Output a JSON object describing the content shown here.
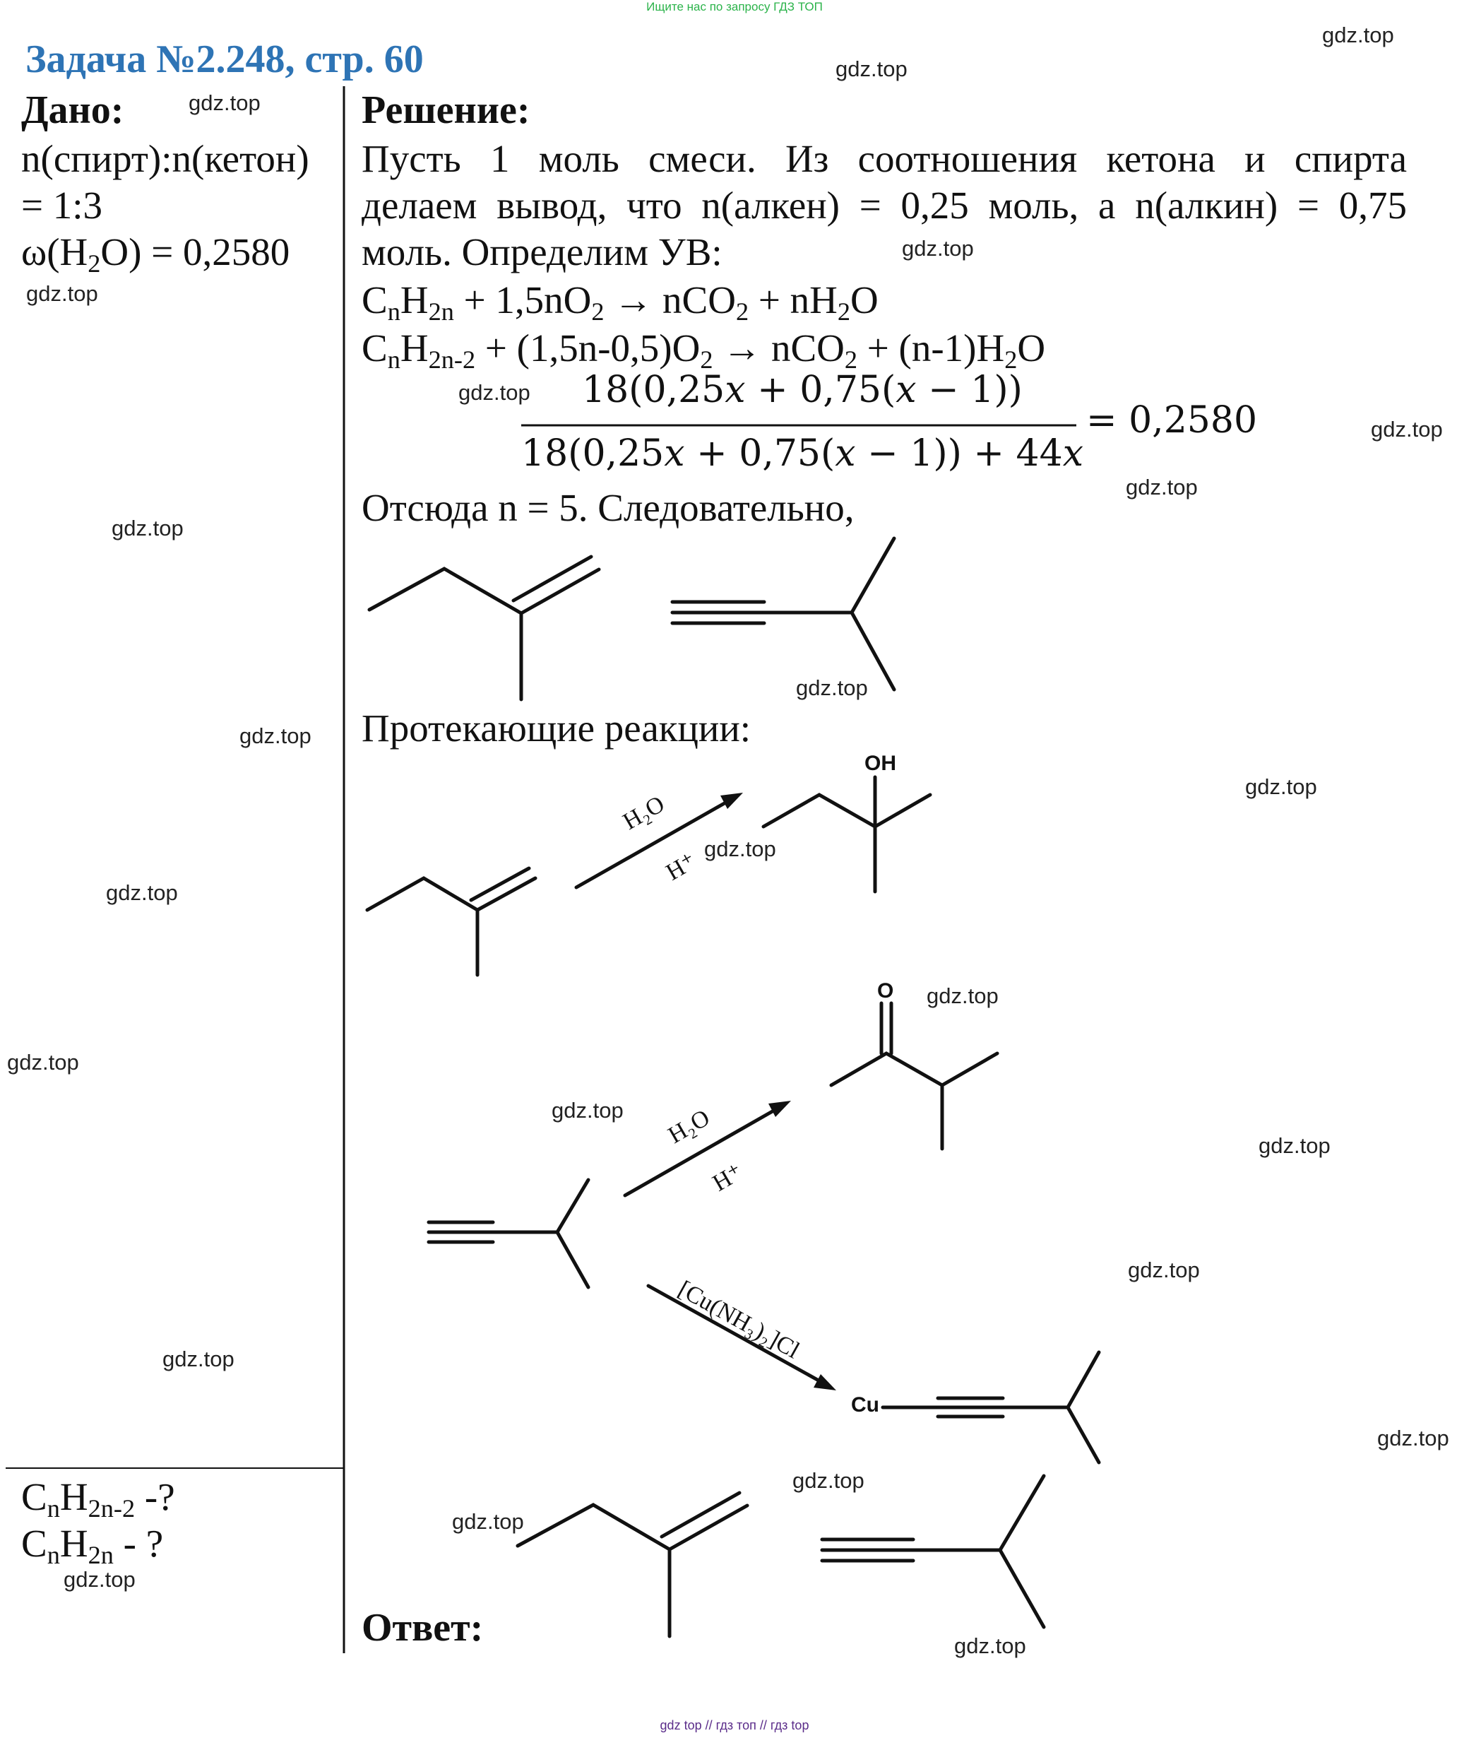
{
  "banner": "Ищите нас по запросу ГДЗ ТОП",
  "title": "Задача №2.248, стр. 60",
  "watermark": "gdz.top",
  "given": {
    "header": "Дано:",
    "ratio_line1": "n(спирт):n(кетон)",
    "ratio_line2": "= 1:3",
    "omega_pre": "ω(H",
    "omega_sub": "2",
    "omega_post": "O) = 0,2580"
  },
  "find": {
    "f1_pre": "C",
    "f1_n": "n",
    "f1_h": "H",
    "f1_sub": "2n-2",
    "f1_post": " -?",
    "f2_pre": "C",
    "f2_n": "n",
    "f2_h": "H",
    "f2_sub": "2n",
    "f2_post": " - ?"
  },
  "solution": {
    "header": "Решение:",
    "p1": "Пусть 1 моль смеси. Из соотношения кетона и спирта",
    "p2": "делаем вывод, что n(алкен) = 0,25 моль, а n(алкин) = 0,75",
    "p3": "моль. Определим УВ:",
    "conclusion": "Отсюда n = 5. Следовательно,",
    "reactions_header": "Протекающие реакции:",
    "answer_header": "Ответ:"
  },
  "equation": {
    "numerator": "18(0,25x + 0,75(x − 1))",
    "denominator": "18(0,25x + 0,75(x − 1)) + 44x",
    "rhs": "= 0,2580"
  },
  "labels": {
    "oh": "OH",
    "o": "O",
    "cu": "Cu",
    "water": "H₂O",
    "acid": "H⁺",
    "reagent": "[Cu(NH₃)₂]Cl"
  }
}
